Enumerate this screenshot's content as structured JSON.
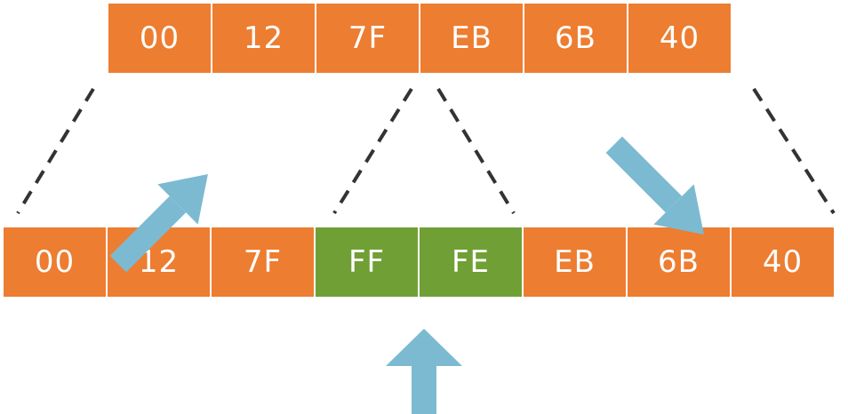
{
  "colors": {
    "original_byte": "#ed7d31",
    "inserted_byte": "#70a035",
    "arrow": "#7cbad2",
    "guide_line": "#333333"
  },
  "top_row": {
    "bytes": [
      "00",
      "12",
      "7F",
      "EB",
      "6B",
      "40"
    ]
  },
  "bottom_row": {
    "bytes": [
      "00",
      "12",
      "7F",
      "FF",
      "FE",
      "EB",
      "6B",
      "40"
    ],
    "inserted": [
      false,
      false,
      false,
      true,
      true,
      false,
      false,
      false
    ]
  },
  "icons": [
    "arrow-down-left-icon",
    "arrow-down-right-icon",
    "arrow-up-icon"
  ]
}
